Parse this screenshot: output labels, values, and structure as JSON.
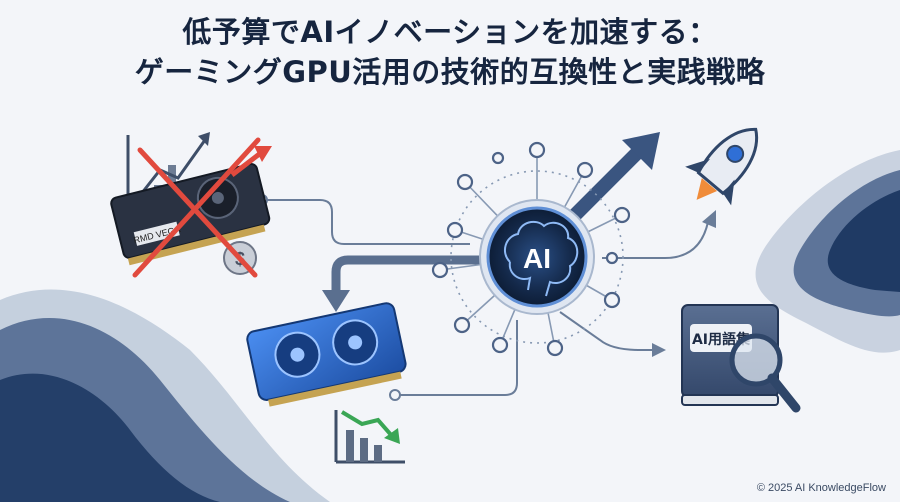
{
  "title": {
    "line1": "低予算でAIイノベーションを加速する：",
    "line2": "ゲーミングGPU活用の技術的互換性と実践戦略"
  },
  "hub": {
    "label": "AI"
  },
  "old_gpu": {
    "label": "RMD VEGA",
    "coin_symbol": "$"
  },
  "glossary": {
    "label": "AI用語集"
  },
  "icons": {
    "old_gpu": "expensive-gpu-icon",
    "crossed_chart": "crossed-out-rising-chart-icon",
    "coin": "coin-icon",
    "gaming_gpu": "gaming-gpu-icon",
    "down_chart": "cost-down-chart-icon",
    "brain": "ai-brain-icon",
    "rocket": "rocket-icon",
    "book": "glossary-book-icon",
    "magnifier": "magnifier-icon",
    "growth_arrow": "growth-arrow-icon"
  },
  "colors": {
    "title": "#16253f",
    "navy": "#1f3a64",
    "steel": "#5a6f8f",
    "accent_blue": "#2f6fd6",
    "red_cross": "#e14a3e",
    "green_arrow": "#3aa655",
    "background": "#f3f5f9"
  },
  "footer": {
    "copyright": "© 2025 AI KnowledgeFlow"
  }
}
